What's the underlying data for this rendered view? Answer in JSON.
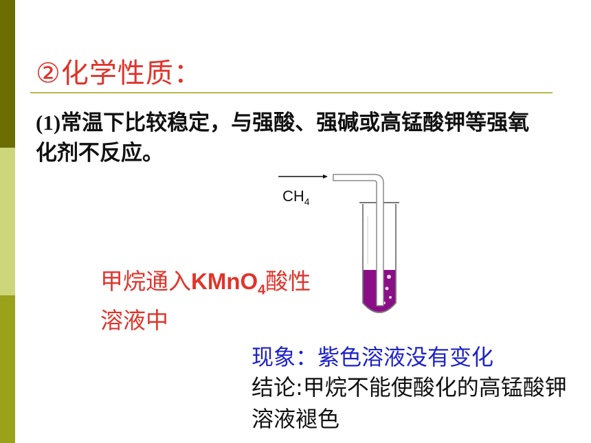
{
  "slide": {
    "title": "②化学性质：",
    "para_num": "(1)",
    "para_text": "常温下比较稳定，与强酸、强碱或高锰酸钾等强氧化剂不反应。",
    "ch4_main": "CH",
    "ch4_sub": "4",
    "red_pre": "甲烷通入",
    "red_chem": "KMnO",
    "red_sub": "4",
    "red_post": "酸性溶液中",
    "phenomenon": "现象：紫色溶液没有变化",
    "conclusion": "结论:甲烷不能使酸化的高锰酸钾溶液褪色"
  },
  "colors": {
    "title": "#e0342a",
    "accent_red": "#e0342a",
    "phenomenon_blue": "#1e22c8",
    "solution_purple": "#8a0f86",
    "sidebar_dark": "#6b6e00",
    "sidebar_light": "#cdd67a",
    "sidebar_mid": "#9aa11a"
  }
}
